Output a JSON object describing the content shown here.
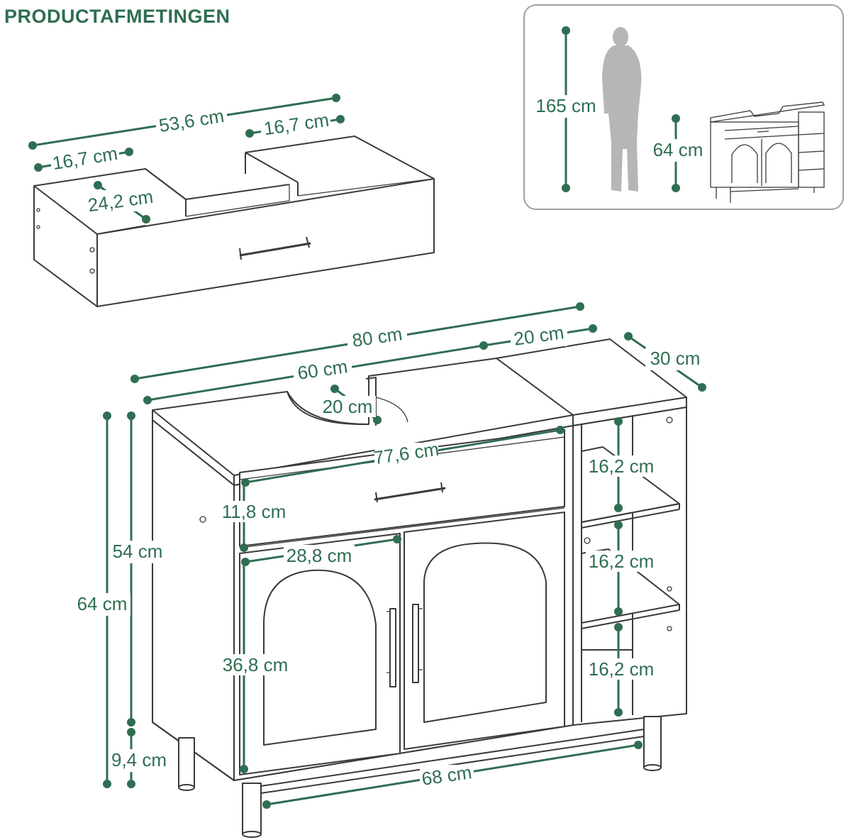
{
  "title": "PRODUCTAFMETINGEN",
  "colors": {
    "accent": "#2f6e52",
    "line": "#3a3a3a",
    "frame": "#9aa39e",
    "silhouette": "#b5b7b6"
  },
  "drawer_dims": {
    "total_width": "53,6 cm",
    "left_compartment": "16,7 cm",
    "right_compartment": "16,7 cm",
    "depth": "24,2 cm"
  },
  "scale_inset": {
    "person_height": "165 cm",
    "cabinet_height": "64 cm"
  },
  "cabinet_dims": {
    "total_width": "80 cm",
    "shelf_width": "20 cm",
    "depth": "30 cm",
    "top_width": "60 cm",
    "cutout": "20 cm",
    "drawer_front_width": "77,6 cm",
    "drawer_height": "11,8 cm",
    "door_width": "28,8 cm",
    "door_height": "36,8 cm",
    "body_height": "54 cm",
    "total_height": "64 cm",
    "leg_height": "9,4 cm",
    "leg_span": "68 cm",
    "shelf_1": "16,2 cm",
    "shelf_2": "16,2 cm",
    "shelf_3": "16,2 cm"
  }
}
